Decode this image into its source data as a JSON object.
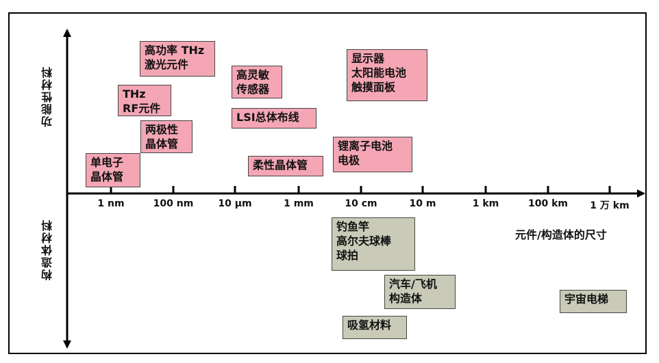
{
  "y_axis": {
    "top_label": "功能性材料",
    "bottom_label": "构造体材料"
  },
  "x_axis": {
    "title": "元件/构造体的尺寸",
    "ticks": [
      "1 nm",
      "100 nm",
      "10 µm",
      "1 mm",
      "10 cm",
      "10 m",
      "1 km",
      "100 km",
      "1 万 km"
    ]
  },
  "functional_boxes": [
    "高功率 THz\n激光元件",
    "THz\nRF元件",
    "两极性\n晶体管",
    "单电子\n晶体管",
    "高灵敏\n传感器",
    "LSI总体布线",
    "柔性晶体管",
    "显示器\n太阳能电池\n触摸面板",
    "锂离子电池\n电极"
  ],
  "structural_boxes": [
    "钓鱼竿\n高尔夫球棒\n球拍",
    "汽车/飞机\n构造体",
    "吸氢材料",
    "宇宙电梯"
  ],
  "colors": {
    "functional": "#f4a6b4",
    "structural": "#c9cab7",
    "axis": "#000000"
  }
}
